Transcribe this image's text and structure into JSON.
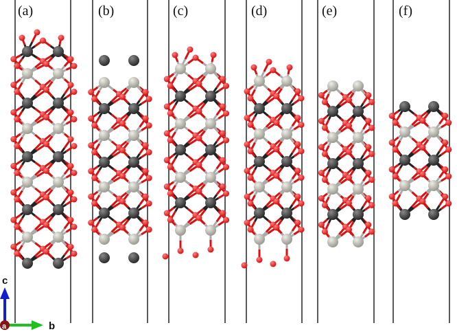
{
  "panels": [
    {
      "label": "(a)"
    },
    {
      "label": "(b)"
    },
    {
      "label": "(c)"
    },
    {
      "label": "(d)"
    },
    {
      "label": "(e)"
    },
    {
      "label": "(f)"
    }
  ],
  "axes": {
    "origin": "a",
    "up": "c",
    "right": "b"
  },
  "colors": {
    "oxygen": "#d81010",
    "metal_dark": "#2a2a2a",
    "metal_grey": "#9a9a90",
    "axis_c": "#1020d0",
    "axis_b": "#20c020",
    "axis_a": "#8b1010",
    "cell_line": "#222222"
  }
}
